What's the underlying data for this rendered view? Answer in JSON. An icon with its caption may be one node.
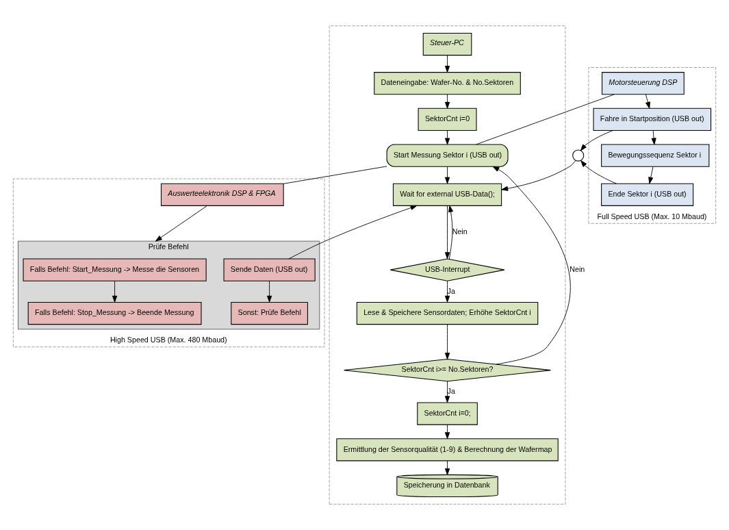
{
  "diagram": {
    "nodes": [
      {
        "text": [],
        "shape": "box"
      },
      {
        "text": [
          "Steuer-PC"
        ],
        "in": 0
      },
      {
        "text": [
          "Dateneingabe: Wafer-No. & No.Sektoren"
        ],
        "in": 0
      },
      {
        "text": [
          "SektorCnt i=0"
        ],
        "in": 0
      },
      {
        "text": [
          "Start Messung Sektor i (USB out)"
        ],
        "in": 0
      },
      {
        "text": [
          "Wait for external USB-Data();"
        ],
        "in": 0
      },
      {
        "text": [
          "USB-Interrupt"
        ],
        "in": 0
      },
      {
        "text": [
          "Lese & Speichere Sensordaten; Erhöhe SektorCnt i"
        ],
        "in": 0
      },
      {
        "text": [
          "SektorCnt i>= No.Sektoren?"
        ],
        "in": 0
      },
      {
        "text": [
          "SektorCnt i=0;"
        ],
        "in": 0
      },
      {
        "text": [
          "Ermittlung der Sensorqualität (1-9) & Berechnung der Wafermap"
        ],
        "in": 0
      },
      {
        "text": [
          "Speicherung in Datenbank"
        ],
        "in": 0
      },
      {
        "text": [
          "Full Speed USB (Max. 10 Mbaud)"
        ]
      },
      {
        "text": [
          "Motorsteuerung DSP"
        ],
        "in": 12
      },
      {
        "text": [
          "Fahre in Startposition (USB out)"
        ],
        "in": 12
      },
      {
        "text": [
          "Bewegungssequenz Sektor i"
        ],
        "in": 12
      },
      {
        "text": [
          "Ende Sektor i (USB out)"
        ],
        "in": 12
      },
      {
        "text": [],
        "shape": "circle"
      },
      {
        "text": [
          "High Speed USB (Max. 480 Mbaud)"
        ]
      },
      {
        "text": [
          "Auswerteelektronik DSP & FPGA"
        ],
        "in": 18
      },
      {
        "text": [
          "Prüfe Befehl"
        ],
        "in": 18
      },
      {
        "text": [
          "Falls Befehl: Start_Messung -> Messe die Sensoren"
        ],
        "in": 20
      },
      {
        "text": [
          "Falls Befehl: Stop_Messung -> Beende Messung"
        ],
        "in": 20
      },
      {
        "text": [
          "Sende Daten (USB out)"
        ],
        "in": 20
      },
      {
        "text": [
          "Sonst: Prüfe Befehl"
        ],
        "in": 20
      }
    ],
    "edges": [
      {
        "from": 1,
        "to": 2,
        "arrow": "to"
      },
      {
        "from": 2,
        "to": 3,
        "arrow": "to"
      },
      {
        "from": 3,
        "to": 4,
        "arrow": "to"
      },
      {
        "from": 4,
        "to": 5,
        "arrow": "to"
      },
      {
        "from": 5,
        "to": 6,
        "arrow": "to"
      },
      {
        "from": 6,
        "to": 5,
        "arrow": "to",
        "label": "Nein"
      },
      {
        "from": 6,
        "to": 7,
        "arrow": "to",
        "label": "Ja"
      },
      {
        "from": 7,
        "to": 8,
        "arrow": "to"
      },
      {
        "from": 8,
        "to": 4,
        "arrow": "to",
        "label": "Nein"
      },
      {
        "from": 8,
        "to": 9,
        "arrow": "to",
        "label": "Ja"
      },
      {
        "from": 9,
        "to": 10,
        "arrow": "to"
      },
      {
        "from": 10,
        "to": 11,
        "arrow": "to"
      },
      {
        "from": 4,
        "to": 13,
        "arrow": "none"
      },
      {
        "from": 4,
        "to": 19,
        "arrow": "none"
      },
      {
        "from": 13,
        "to": 14,
        "arrow": "to"
      },
      {
        "from": 14,
        "to": 15,
        "arrow": "to"
      },
      {
        "from": 15,
        "to": 16,
        "arrow": "to"
      },
      {
        "from": 14,
        "to": 17,
        "arrow": "to"
      },
      {
        "from": 16,
        "to": 17,
        "arrow": "to"
      },
      {
        "from": 17,
        "to": 5,
        "arrow": "to"
      },
      {
        "from": 23,
        "to": 5,
        "arrow": "to"
      },
      {
        "from": 19,
        "to": 20,
        "arrow": "to"
      },
      {
        "from": 21,
        "to": 22,
        "arrow": "to"
      },
      {
        "from": 23,
        "to": 24,
        "arrow": "to"
      }
    ]
  }
}
